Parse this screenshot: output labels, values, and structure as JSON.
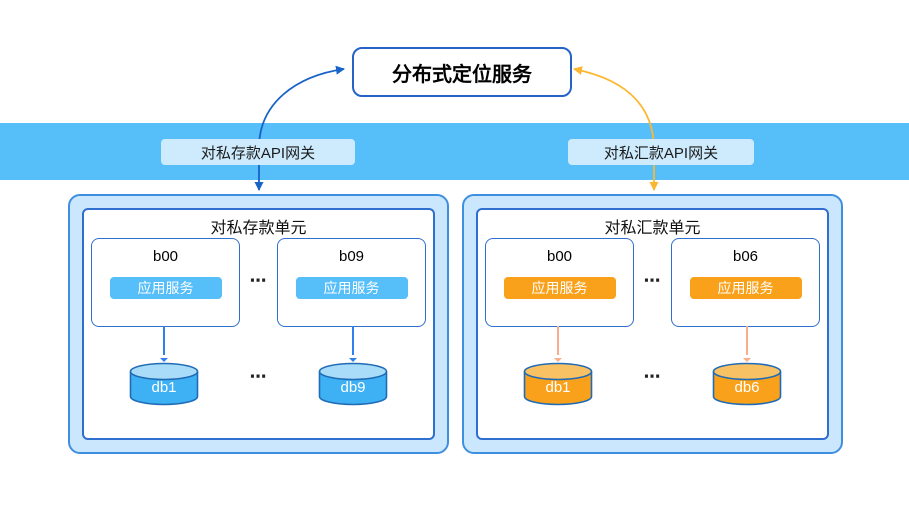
{
  "title_service": "分布式定位服务",
  "gateways": [
    {
      "label": "对私存款API网关"
    },
    {
      "label": "对私汇款API网关"
    }
  ],
  "units": [
    {
      "title": "对私存款单元",
      "theme": "blue",
      "nodes": [
        {
          "name": "b00",
          "service": "应用服务"
        },
        {
          "name": "b09",
          "service": "应用服务"
        }
      ],
      "node_ellipsis": "⋯",
      "databases": [
        {
          "name": "db1"
        },
        {
          "name": "db9"
        }
      ],
      "db_ellipsis": "⋯"
    },
    {
      "title": "对私汇款单元",
      "theme": "orange",
      "nodes": [
        {
          "name": "b00",
          "service": "应用服务"
        },
        {
          "name": "b06",
          "service": "应用服务"
        }
      ],
      "node_ellipsis": "⋯",
      "databases": [
        {
          "name": "db1"
        },
        {
          "name": "db6"
        }
      ],
      "db_ellipsis": "⋯"
    }
  ],
  "colors": {
    "band_blue": "#56BFF9",
    "gateway_pill_fill": "#CDEBFD",
    "container_fill": "#CBE7FD",
    "container_border": "#3F8FE0",
    "box_border_blue": "#2563C9",
    "service_pill_blue": "#56BEF9",
    "service_pill_orange": "#F9A11B",
    "cylinder_blue": "#3EB1F5",
    "cylinder_orange": "#F9A11B",
    "cylinder_border": "#1F6BB5",
    "arrow_blue": "#1763C8",
    "arrow_yellow": "#FBB731",
    "arrow_salmon": "#F8AE8B"
  }
}
